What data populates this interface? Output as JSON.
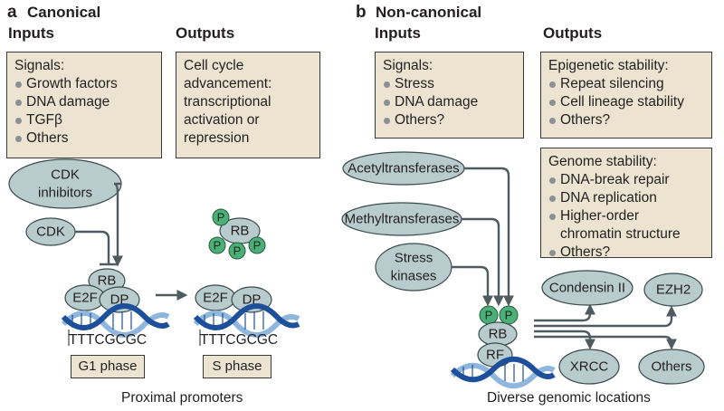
{
  "panel_a": {
    "letter": "a",
    "title": "Canonical",
    "inputs_heading": "Inputs",
    "outputs_heading": "Outputs",
    "signals_box": {
      "title": "Signals:",
      "items": [
        "Growth factors",
        "DNA damage",
        "TGFβ",
        "Others"
      ]
    },
    "outputs_box": [
      "Cell cycle",
      "advancement:",
      "transcriptional",
      "activation or",
      "repression"
    ],
    "nodes": {
      "cdk_inhibitors_line1": "CDK",
      "cdk_inhibitors_line2": "inhibitors",
      "cdk": "CDK",
      "rb": "RB",
      "e2f": "E2F",
      "dp": "DP",
      "p": "P"
    },
    "dna_seq_g1": "TTTCGCGC",
    "dna_seq_s": "TTTCGCGC",
    "g1_phase": "G1 phase",
    "s_phase": "S phase",
    "caption": "Proximal promoters"
  },
  "panel_b": {
    "letter": "b",
    "title": "Non-canonical",
    "inputs_heading": "Inputs",
    "outputs_heading": "Outputs",
    "signals_box": {
      "title": "Signals:",
      "items": [
        "Stress",
        "DNA damage",
        "Others?"
      ]
    },
    "epigenetic_box": {
      "title": "Epigenetic stability:",
      "items": [
        "Repeat silencing",
        "Cell lineage stability",
        "Others?"
      ]
    },
    "genome_box": {
      "title": "Genome stability:",
      "items": [
        "DNA-break repair",
        "DNA replication",
        "Higher-order",
        "chromatin structure",
        "Others?"
      ]
    },
    "nodes": {
      "acetyltransferases": "Acetyltransferases",
      "methyltransferases": "Methyltransferases",
      "stress_line1": "Stress",
      "stress_line2": "kinases",
      "p": "P",
      "rb": "RB",
      "rf": "RF",
      "condensin": "Condensin II",
      "ezh2": "EZH2",
      "xrcc": "XRCC",
      "others": "Others"
    },
    "caption": "Diverse genomic locations"
  },
  "colors": {
    "protein_fill": "#b8cbcd",
    "phospho_fill": "#4bb078",
    "box_fill": "#ece3d0",
    "dna_blue": "#1d4f9a",
    "dna_light": "#8fb6dd",
    "arrow": "#4f5b5e"
  }
}
